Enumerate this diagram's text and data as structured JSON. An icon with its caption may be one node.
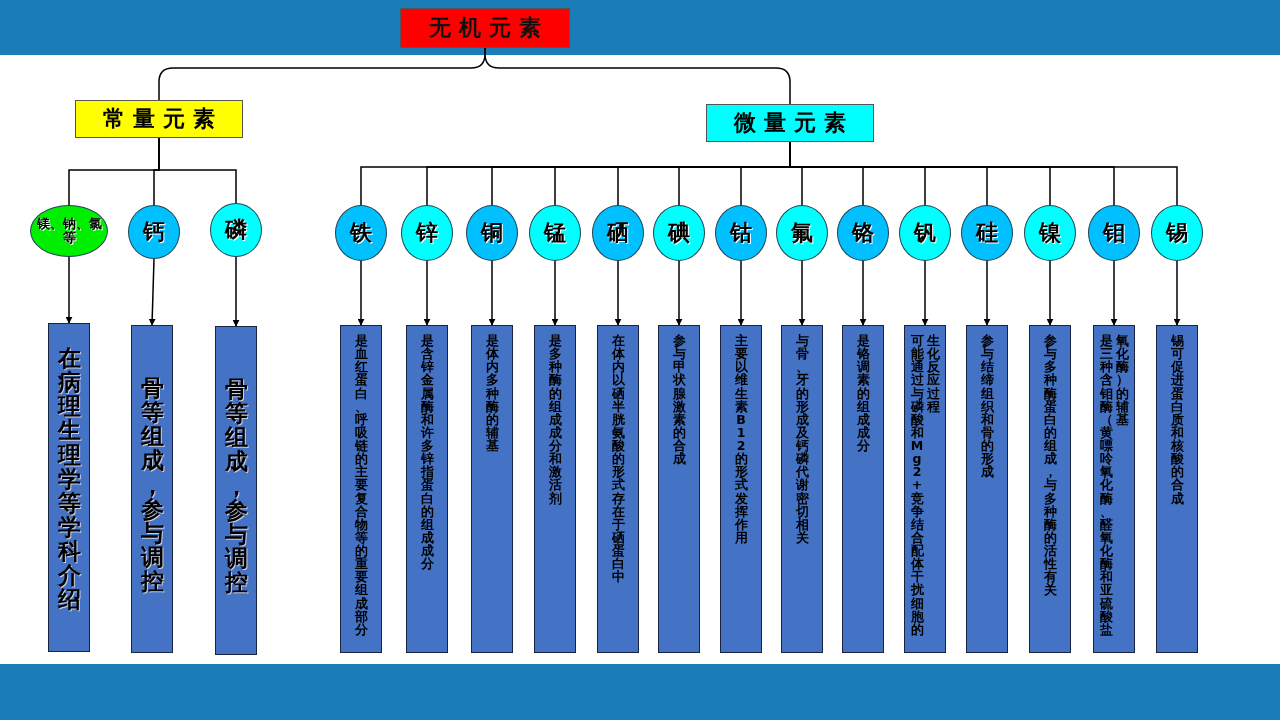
{
  "diagram": {
    "nodes": [
      {
        "text": [
          "无机元素"
        ]
      },
      {
        "text": [
          "常量元素"
        ]
      },
      {
        "text": [
          "微量元素"
        ]
      },
      {
        "text": [
          "镁、钠、氯等"
        ]
      },
      {
        "text": [
          "钙"
        ]
      },
      {
        "text": [
          "磷"
        ]
      },
      {
        "text": [
          "铁"
        ]
      },
      {
        "text": [
          "锌"
        ]
      },
      {
        "text": [
          "铜"
        ]
      },
      {
        "text": [
          "锰"
        ]
      },
      {
        "text": [
          "硒"
        ]
      },
      {
        "text": [
          "碘"
        ]
      },
      {
        "text": [
          "钴"
        ]
      },
      {
        "text": [
          "氟"
        ]
      },
      {
        "text": [
          "铬"
        ]
      },
      {
        "text": [
          "钒"
        ]
      },
      {
        "text": [
          "硅"
        ]
      },
      {
        "text": [
          "镍"
        ]
      },
      {
        "text": [
          "钼"
        ]
      },
      {
        "text": [
          "锡"
        ]
      },
      {
        "text": [
          "在病理生理学等学科介绍"
        ]
      },
      {
        "text": [
          "骨等组成，参与调控"
        ]
      },
      {
        "text": [
          "骨等组成，参与调控"
        ]
      },
      {
        "text": [
          "是血红蛋白、呼吸链的主要复合物等的重要组成部分"
        ]
      },
      {
        "text": [
          "是含锌金属酶和许多锌指蛋白的组成成分"
        ]
      },
      {
        "text": [
          "是体内多种酶的辅基"
        ]
      },
      {
        "text": [
          "是多种酶的组成成分和激活剂"
        ]
      },
      {
        "text": [
          "在体内以硒半胱氨酸的形式存在于硒蛋白中"
        ]
      },
      {
        "text": [
          "参与甲状腺激素的合成"
        ]
      },
      {
        "text": [
          "主要以维生素B12的形式发挥作用"
        ]
      },
      {
        "text": [
          "与骨、牙的形成及钙磷代谢密切相关"
        ]
      },
      {
        "text": [
          "是铬调素的组成成分"
        ]
      },
      {
        "text": [
          "可能通过与磷酸和Mg2+竞争结合配体干扰细胞的生化反应过程"
        ]
      },
      {
        "text": [
          "参与结缔组织和骨的形成"
        ]
      },
      {
        "text": [
          "参与多种酶蛋白的组成，与多种酶的活性有关"
        ]
      },
      {
        "text": [
          "是三种含钼酶（黄嘌呤氧化酶、醛氧化酶和亚硫酸盐氧化酶）的辅基"
        ]
      },
      {
        "text": [
          "锡可促进蛋白质和核酸的合成"
        ]
      }
    ],
    "edges": [
      {
        "from": 0,
        "to": 1,
        "arrow": "none"
      },
      {
        "from": 0,
        "to": 2,
        "arrow": "none"
      },
      {
        "from": 1,
        "to": 3,
        "arrow": "none"
      },
      {
        "from": 1,
        "to": 4,
        "arrow": "none"
      },
      {
        "from": 1,
        "to": 5,
        "arrow": "none"
      },
      {
        "from": 2,
        "to": 6,
        "arrow": "none"
      },
      {
        "from": 2,
        "to": 7,
        "arrow": "none"
      },
      {
        "from": 2,
        "to": 8,
        "arrow": "none"
      },
      {
        "from": 2,
        "to": 9,
        "arrow": "none"
      },
      {
        "from": 2,
        "to": 10,
        "arrow": "none"
      },
      {
        "from": 2,
        "to": 11,
        "arrow": "none"
      },
      {
        "from": 2,
        "to": 12,
        "arrow": "none"
      },
      {
        "from": 2,
        "to": 13,
        "arrow": "none"
      },
      {
        "from": 2,
        "to": 14,
        "arrow": "none"
      },
      {
        "from": 2,
        "to": 15,
        "arrow": "none"
      },
      {
        "from": 2,
        "to": 16,
        "arrow": "none"
      },
      {
        "from": 2,
        "to": 17,
        "arrow": "none"
      },
      {
        "from": 2,
        "to": 18,
        "arrow": "none"
      },
      {
        "from": 2,
        "to": 19,
        "arrow": "none"
      },
      {
        "from": 3,
        "to": 20,
        "arrow": "to"
      },
      {
        "from": 4,
        "to": 21,
        "arrow": "to"
      },
      {
        "from": 5,
        "to": 22,
        "arrow": "to"
      },
      {
        "from": 6,
        "to": 23,
        "arrow": "to"
      },
      {
        "from": 7,
        "to": 24,
        "arrow": "to"
      },
      {
        "from": 8,
        "to": 25,
        "arrow": "to"
      },
      {
        "from": 9,
        "to": 26,
        "arrow": "to"
      },
      {
        "from": 10,
        "to": 27,
        "arrow": "to"
      },
      {
        "from": 11,
        "to": 28,
        "arrow": "to"
      },
      {
        "from": 12,
        "to": 29,
        "arrow": "to"
      },
      {
        "from": 13,
        "to": 30,
        "arrow": "to"
      },
      {
        "from": 14,
        "to": 31,
        "arrow": "to"
      },
      {
        "from": 15,
        "to": 32,
        "arrow": "to"
      },
      {
        "from": 16,
        "to": 33,
        "arrow": "to"
      },
      {
        "from": 17,
        "to": 34,
        "arrow": "to"
      },
      {
        "from": 18,
        "to": 35,
        "arrow": "to"
      },
      {
        "from": 19,
        "to": 36,
        "arrow": "to"
      }
    ]
  }
}
